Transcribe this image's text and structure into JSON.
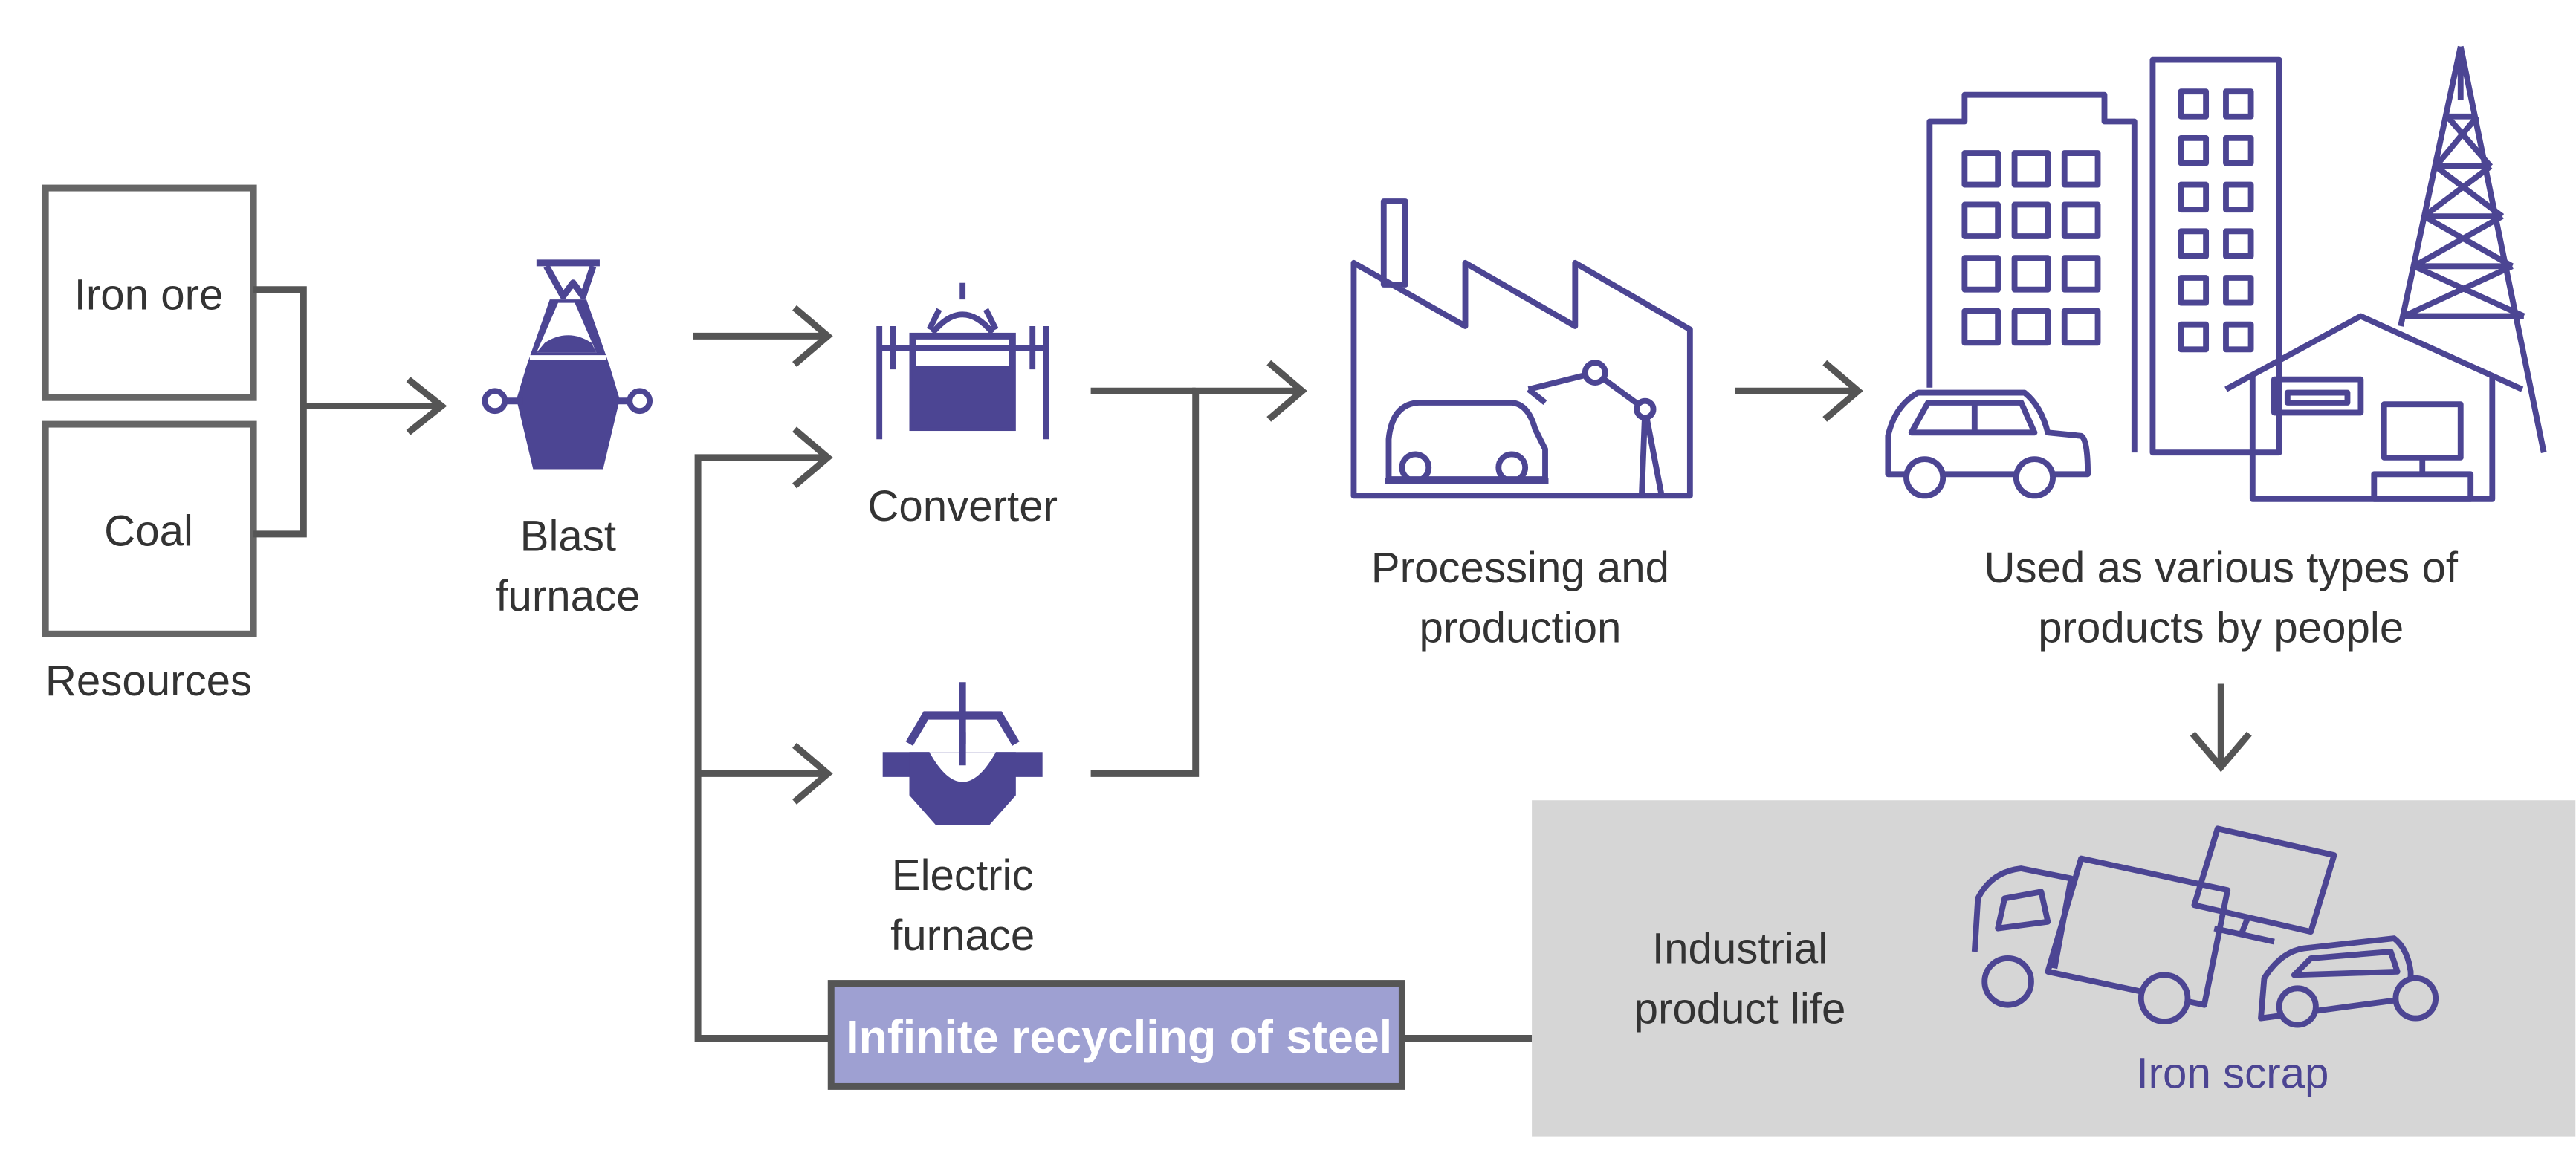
{
  "colors": {
    "arrow": "#555555",
    "box_stroke": "#666666",
    "icon": "#4c4593",
    "label_text": "#333333",
    "scrap_text": "#4c4593",
    "scrap_panel": "#d6d6d6",
    "recycle_fill": "#9ea0d2",
    "recycle_text": "#ffffff"
  },
  "resources": {
    "iron_ore": "Iron ore",
    "coal": "Coal",
    "caption": "Resources"
  },
  "blast_furnace": {
    "line1": "Blast",
    "line2": "furnace"
  },
  "converter": {
    "label": "Converter"
  },
  "electric_furnace": {
    "line1": "Electric",
    "line2": "furnace"
  },
  "processing": {
    "line1": "Processing and",
    "line2": "production"
  },
  "products": {
    "line1": "Used as various types of",
    "line2": "products by people"
  },
  "industrial_life": {
    "line1": "Industrial",
    "line2": "product life"
  },
  "iron_scrap": {
    "label": "Iron scrap"
  },
  "recycling": {
    "label": "Infinite recycling of steel"
  },
  "icons": [
    "blast-furnace-icon",
    "converter-icon",
    "electric-furnace-icon",
    "factory-icon",
    "city-icon",
    "scrap-icon"
  ]
}
